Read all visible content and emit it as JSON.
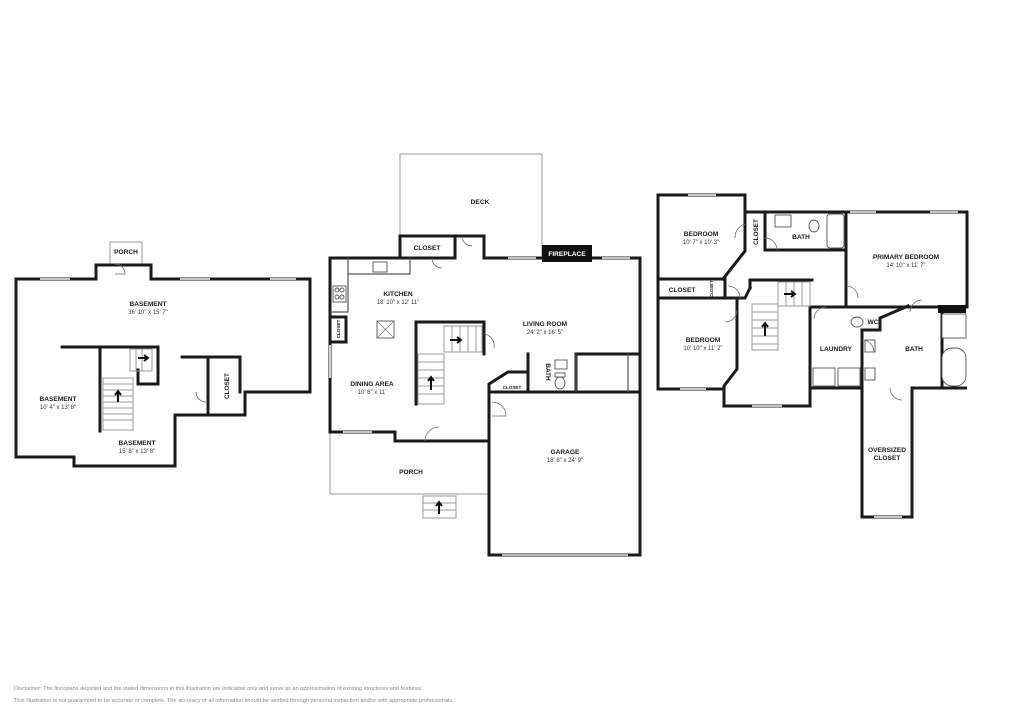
{
  "rooms": {
    "porch_basement": {
      "name": "PORCH"
    },
    "basement_main": {
      "name": "BASEMENT",
      "dims": "36' 10\" x 15' 7\""
    },
    "basement_left": {
      "name": "BASEMENT",
      "dims": "10' 4\" x 13' 8\""
    },
    "basement_lower": {
      "name": "BASEMENT",
      "dims": "15' 8\" x 13' 8\""
    },
    "closet_basement": {
      "name": "CLOSET"
    },
    "deck": {
      "name": "DECK"
    },
    "closet_kitchen": {
      "name": "CLOSET"
    },
    "fireplace": {
      "name": "FIREPLACE"
    },
    "kitchen": {
      "name": "KITCHEN",
      "dims": "18' 10\" x 12' 11\""
    },
    "closet_small": {
      "name": "CLOSET"
    },
    "living_room": {
      "name": "LIVING ROOM",
      "dims": "24' 2\" x 16' 5\""
    },
    "dining_area": {
      "name": "DINING AREA",
      "dims": "10' 6\" x 11'"
    },
    "closet_entry": {
      "name": "CLOSET"
    },
    "bath_main": {
      "name": "BATH"
    },
    "porch_front": {
      "name": "PORCH"
    },
    "garage": {
      "name": "GARAGE",
      "dims": "18' 8\" x 24' 9\""
    },
    "bedroom_1": {
      "name": "BEDROOM",
      "dims": "10' 7\" x 10' 3\""
    },
    "closet_upper_1": {
      "name": "CLOSET"
    },
    "bath_upper": {
      "name": "BATH"
    },
    "primary_bedroom": {
      "name": "PRIMARY BEDROOM",
      "dims": "14' 10\" x 11' 7\""
    },
    "closet_upper_2": {
      "name": "CLOSET"
    },
    "closet_upper_3": {
      "name": "CLOSET"
    },
    "bedroom_2": {
      "name": "BEDROOM",
      "dims": "10' 10\" x 11' 2\""
    },
    "wc": {
      "name": "WC"
    },
    "laundry": {
      "name": "LAUNDRY"
    },
    "bath_primary": {
      "name": "BATH"
    },
    "oversized_closet": {
      "name": "OVERSIZED",
      "name_line2": "CLOSET"
    }
  },
  "disclaimer": {
    "line1": "Disclaimer: The floorplans depicted and the stated dimensions in this illustration are indicative only and serve as an approximation of existing structures and features.",
    "line2": "This illustration is not guaranteed to be accurate or complete. The accuracy of all information should be verified through personal inspection and/or with appropriate professionals."
  },
  "colors": {
    "wall": "#1a1a1a",
    "fireplace": "#111111",
    "disclaimer": "#8a8a8a"
  },
  "icons": [
    "stairs-arrow-icon",
    "door-swing-icon",
    "toilet-icon",
    "sink-icon",
    "bathtub-icon",
    "stove-icon"
  ]
}
